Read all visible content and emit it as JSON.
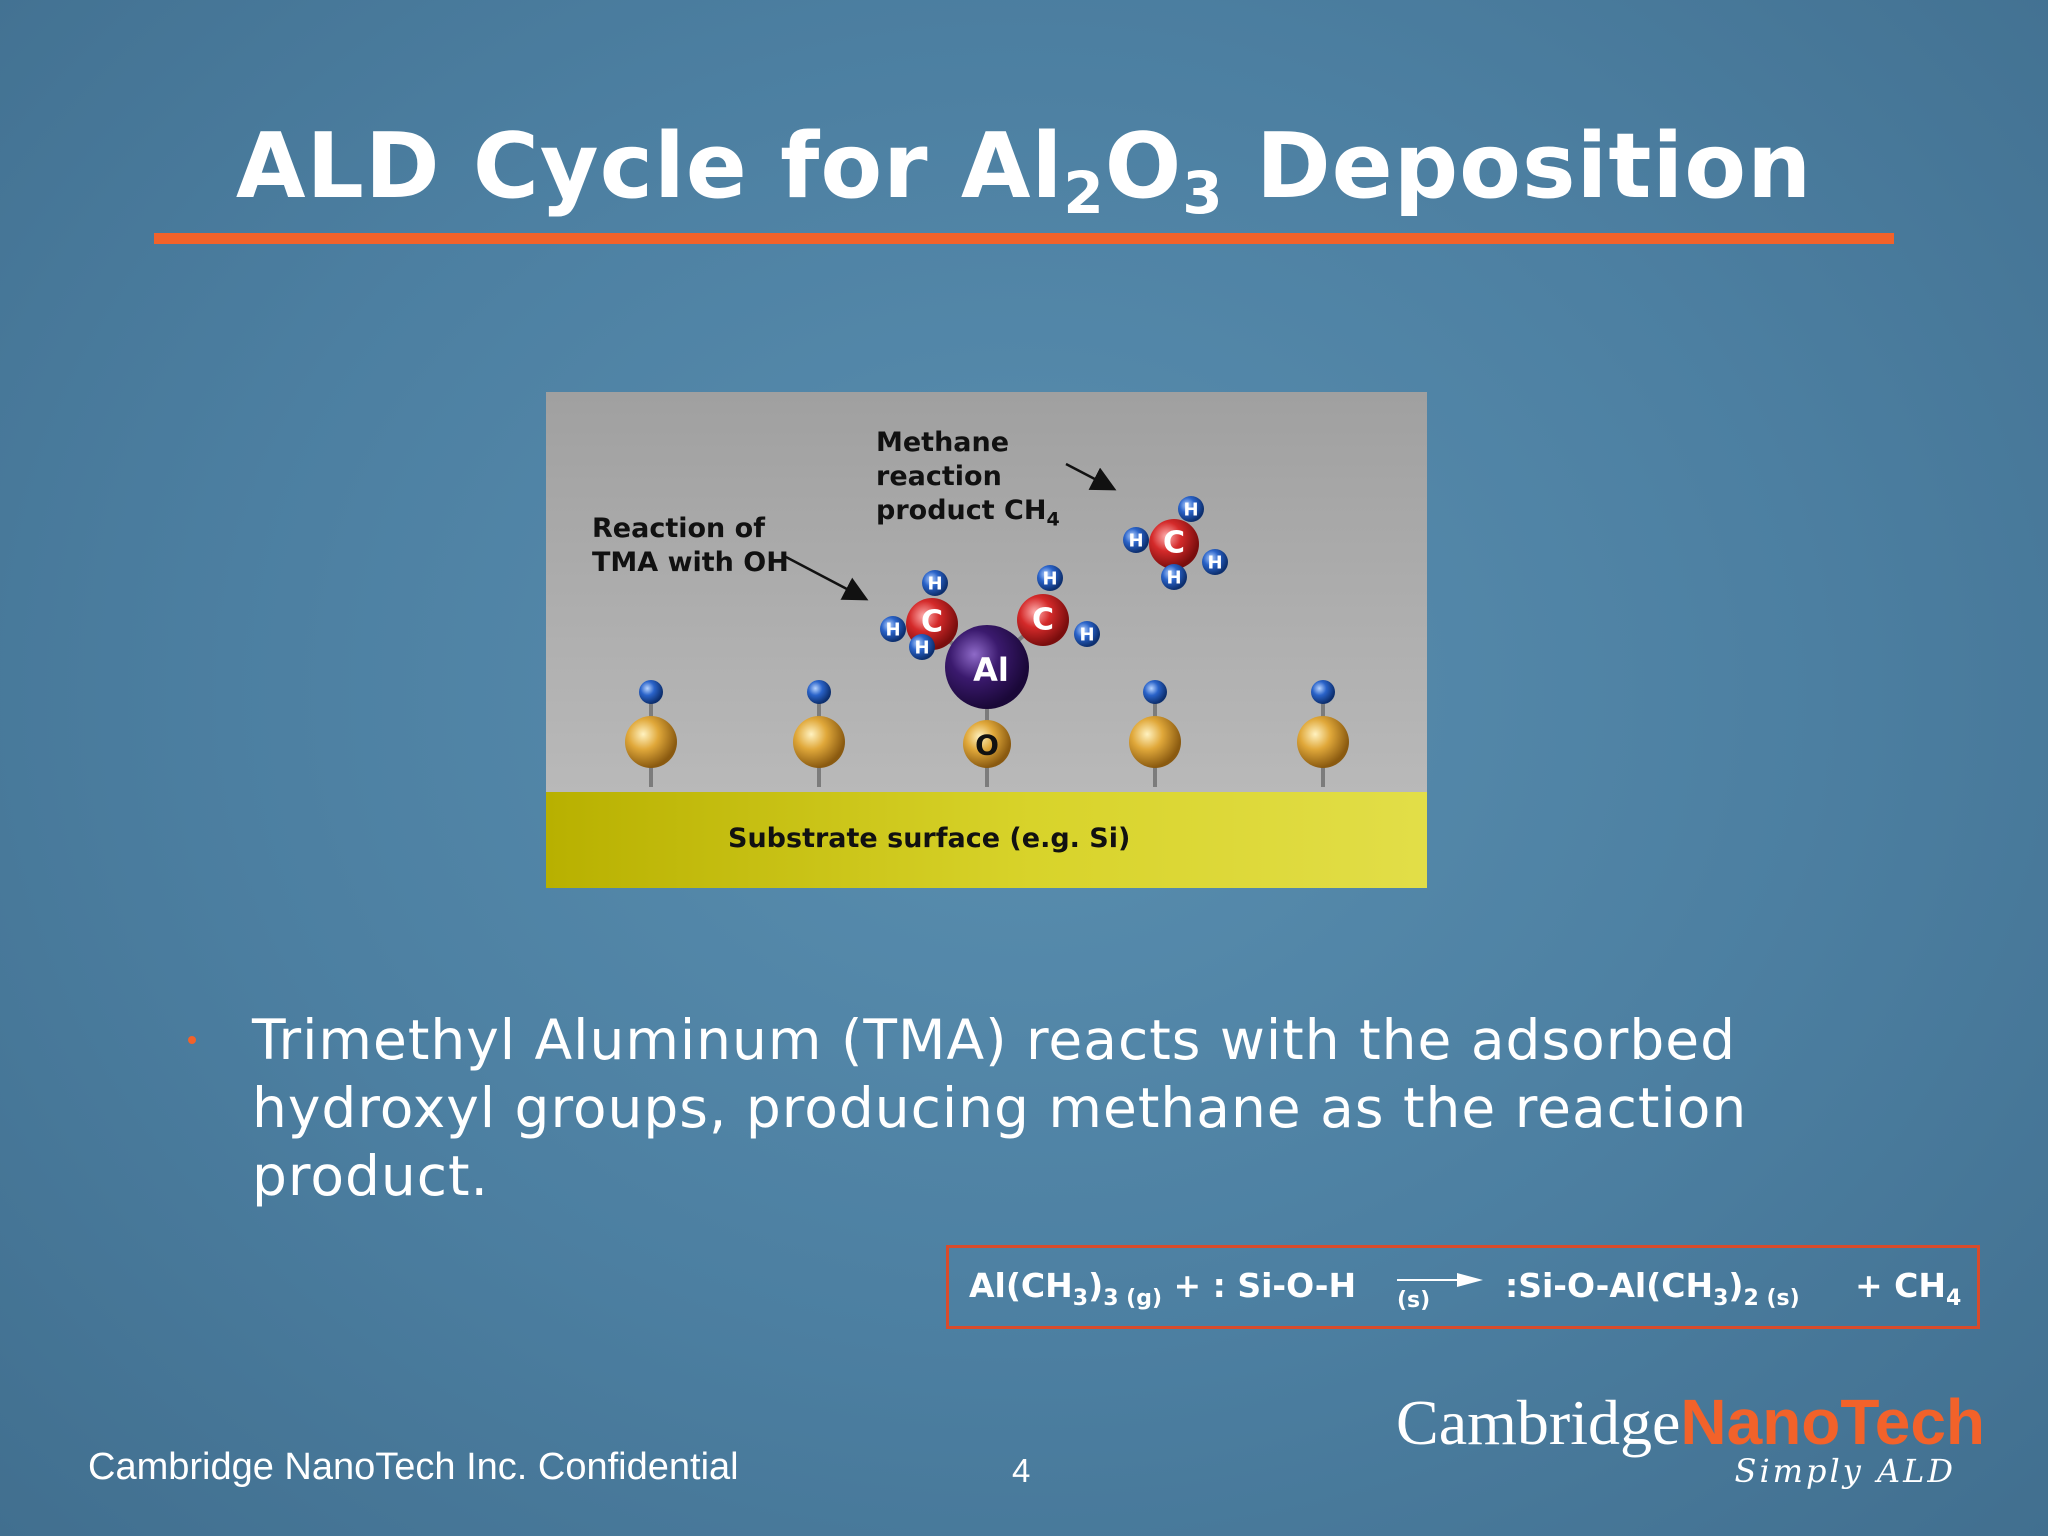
{
  "slide": {
    "title_pre": "ALD Cycle for Al",
    "title_sub1": "2",
    "title_mid": "O",
    "title_sub2": "3",
    "title_post": " Deposition"
  },
  "figure": {
    "label_reaction": "Reaction of\nTMA with OH",
    "label_methane": "Methane\nreaction\nproduct CH",
    "label_methane_sub": "4",
    "substrate_label": "Substrate surface (e.g. Si)",
    "atom_al": "Al",
    "atom_o": "O",
    "atom_c": "C",
    "atom_h": "H",
    "colors": {
      "background": "#a3a3a3",
      "substrate": "#d4cf2e",
      "oxygen_gold": "#e0a83a",
      "carbon_red": "#d42a2a",
      "aluminum_purple": "#3b1a6e",
      "hydrogen_blue": "#2a63c9"
    }
  },
  "bullet": {
    "text": "Trimethyl Aluminum (TMA) reacts with the adsorbed hydroxyl groups, producing methane as the reaction product."
  },
  "equation": {
    "p1": "Al(CH",
    "p1_sub": "3",
    "p2": ")",
    "p2_sub": "3 (g)",
    "p3": " + : Si-O-H",
    "arrow_label": "(s)",
    "p4": ":Si-O-Al(CH",
    "p4_sub": "3",
    "p5": ")",
    "p5_sub": "2 (s)",
    "p6": "+ CH",
    "p6_sub": "4"
  },
  "footer": {
    "confidential": "Cambridge NanoTech Inc. Confidential",
    "page_number": "4"
  },
  "logo": {
    "part1": "Cambridge",
    "part2": "NanoTech",
    "tagline": "Simply ALD"
  },
  "colors": {
    "accent": "#f2622a",
    "background": "#4b7fa0",
    "equation_border": "#d94b2b"
  }
}
